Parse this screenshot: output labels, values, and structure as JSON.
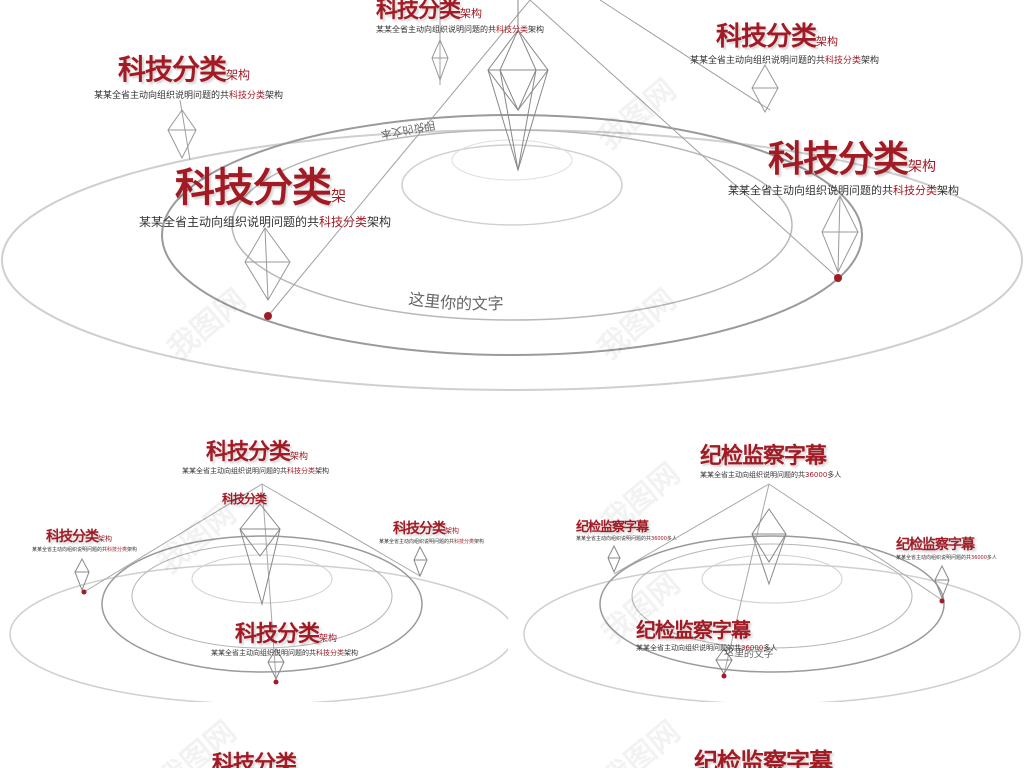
{
  "watermark": "我图网",
  "panel_top": {
    "ring_text": "这里你的文字",
    "ring_text_faint": "本文的说明",
    "labels": [
      {
        "title": "科技分类",
        "suffix": "架构",
        "desc": "某某全省主动向组织说明问题的共",
        "highlight": "科技分类",
        "desc_end": "架构"
      },
      {
        "title": "科技分类",
        "suffix": "架构",
        "desc": "某某全省主动向组织说明问题的共",
        "highlight": "科技分类",
        "desc_end": "架构"
      },
      {
        "title": "科技分类",
        "suffix": "架构",
        "desc": "某某全省主动向组织说明问题的共",
        "highlight": "科技分类",
        "desc_end": "架构"
      },
      {
        "title": "科技分类",
        "suffix": "架",
        "desc": "某某全省主动向组织说明问题的共",
        "highlight": "科技分类",
        "desc_end": "架构"
      },
      {
        "title": "科技分类",
        "suffix": "架构",
        "desc": "某某全省主动向组织说明问题的共",
        "highlight": "科技分类",
        "desc_end": "架构"
      }
    ]
  },
  "panel_left": {
    "labels": [
      {
        "title": "科技分类",
        "suffix": "架构",
        "desc": "某某全省主动向组织说明问题的共",
        "highlight": "科技分类",
        "desc_end": "架构"
      },
      {
        "title": "科技分类",
        "suffix": "",
        "desc": "",
        "highlight": "",
        "desc_end": ""
      },
      {
        "title": "科技分类",
        "suffix": "架构",
        "desc": "某某全省主动向组织说明问题的共",
        "highlight": "科技分类",
        "desc_end": "架构"
      },
      {
        "title": "科技分类",
        "suffix": "架构",
        "desc": "某某全省主动向组织说明问题的共",
        "highlight": "科技分类",
        "desc_end": "架构"
      },
      {
        "title": "科技分类",
        "suffix": "架构",
        "desc": "某某全省主动向组织说明问题的共",
        "highlight": "科技分类",
        "desc_end": "架构"
      }
    ]
  },
  "panel_right": {
    "ring_text": "这里的文字",
    "labels": [
      {
        "title": "纪检监察字幕",
        "desc": "某某全省主动向组织说明问题的共",
        "highlight": "36000",
        "desc_end": "多人"
      },
      {
        "title": "纪检监察字幕",
        "desc": "某某全省主动向组织说明问题的共",
        "highlight": "36000",
        "desc_end": "多人"
      },
      {
        "title": "纪检监察字幕",
        "desc": "某某全省主动向组织说明问题的共",
        "highlight": "36000",
        "desc_end": "多人"
      },
      {
        "title": "纪检监察字幕",
        "desc": "某某全省主动向组织说明问题的共",
        "highlight": "36000",
        "desc_end": "多人"
      }
    ]
  },
  "panel_bottom_left": {
    "title": "科技分类"
  },
  "panel_bottom_right": {
    "title": "纪检监察字幕"
  }
}
